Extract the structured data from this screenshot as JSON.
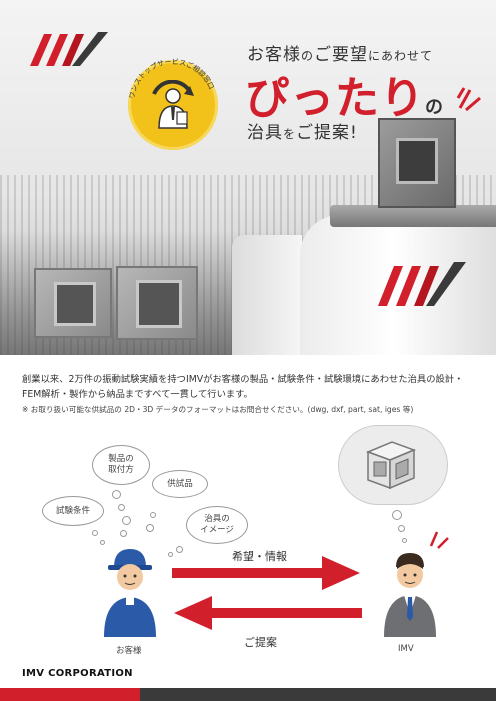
{
  "hero": {
    "badge_text": "ワンストップサービスご相談窓口",
    "headline_line1_a": "お客様",
    "headline_line1_b": "の",
    "headline_line1_c": "ご要望",
    "headline_line1_d": "にあわせて",
    "headline_big": "ぴったり",
    "headline_big_suffix": "の",
    "headline_line3_a": "治具",
    "headline_line3_b": "を",
    "headline_line3_c": "ご提案!"
  },
  "body": {
    "description": "創業以来、2万件の振動試験実績を持つIMVがお客様の製品・試験条件・試験環境にあわせた治具の設計・FEM解析・製作から納品まですべて一貫して行います。",
    "note": "※ お取り扱い可能な供試品の 2D・3D データのフォーマットはお問合せください。(dwg, dxf, part, sat, iges 等)"
  },
  "diagram": {
    "bubble_product": "製品の\n取付方",
    "bubble_specimen": "供試品",
    "bubble_test": "試験条件",
    "bubble_jig": "治具の\nイメージ",
    "arrow_right_label": "希望・情報",
    "arrow_left_label": "ご提案",
    "customer_label": "お客様",
    "imv_label": "IMV"
  },
  "footer": {
    "company": "IMV CORPORATION"
  },
  "colors": {
    "brand_red": "#d21f2c",
    "badge_yellow": "#f2c21a",
    "customer_blue": "#2a5aa8"
  }
}
